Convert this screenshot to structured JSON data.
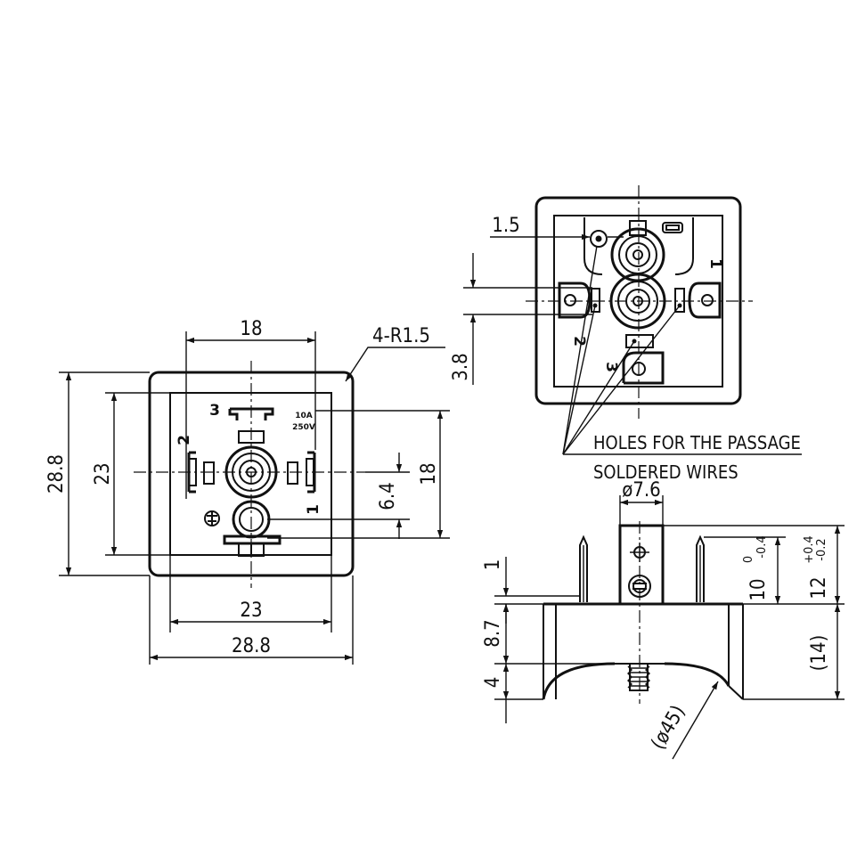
{
  "front_view": {
    "dim_top_width": "18",
    "corner_radius": "4-R1.5",
    "dim_overall_height": "28.8",
    "dim_inner_height": "23",
    "dim_right_height": "18",
    "dim_offset": "6.4",
    "dim_inner_width": "23",
    "dim_overall_width": "28.8",
    "pin_1": "1",
    "pin_2": "2",
    "pin_3": "3",
    "rating_line1": "10A",
    "rating_line2": "250V"
  },
  "back_view": {
    "dim_hole": "1.5",
    "dim_offset": "3.8",
    "pin_1": "1",
    "pin_2": "2",
    "pin_3": "3",
    "note_line1": "HOLES FOR THE PASSAGE",
    "note_line2": "SOLDERED WIRES"
  },
  "side_view": {
    "dim_diameter": "ø7.6",
    "dim_1": "1",
    "dim_8_7": "8.7",
    "dim_4": "4",
    "dim_10": "10",
    "tol_10_upper": "0",
    "tol_10_lower": "-0.4",
    "dim_12": "12",
    "tol_12_upper": "+0.4",
    "tol_12_lower": "-0.2",
    "dim_14": "(14)",
    "dim_45": "(ø45)"
  }
}
